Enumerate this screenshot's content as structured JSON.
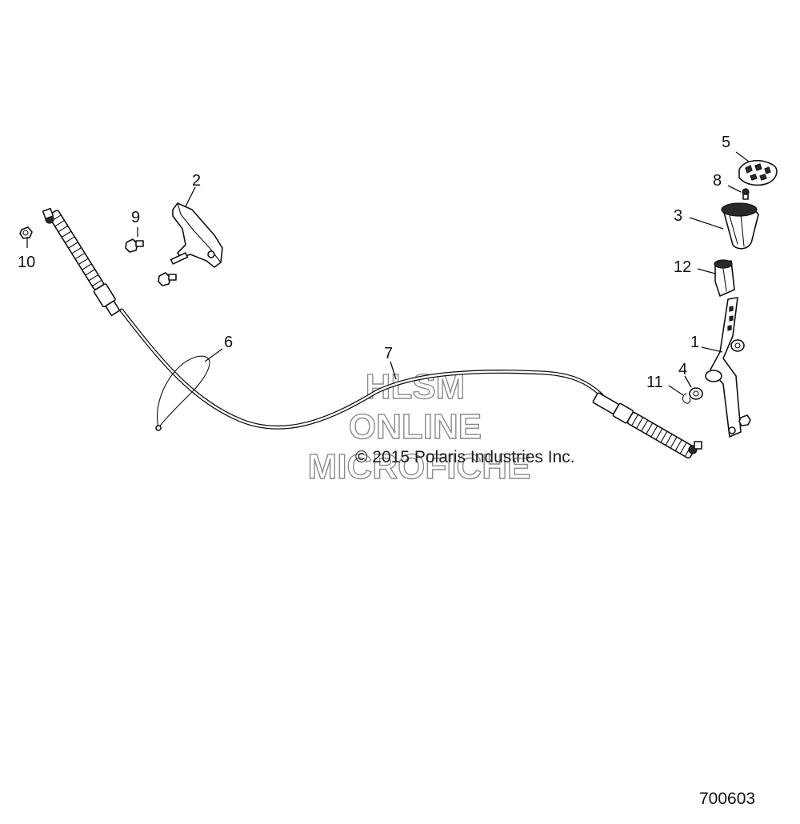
{
  "diagram": {
    "callouts": {
      "c1": "1",
      "c2": "2",
      "c3": "3",
      "c4": "4",
      "c5": "5",
      "c6": "6",
      "c7": "7",
      "c8": "8",
      "c9": "9",
      "c10": "10",
      "c11": "11",
      "c12": "12"
    },
    "watermark": {
      "line1": "HLSM",
      "line2": "ONLINE",
      "line3": "MICROFICHE"
    },
    "copyright": "© 2015 Polaris Industries Inc.",
    "diagram_id": "700603"
  }
}
